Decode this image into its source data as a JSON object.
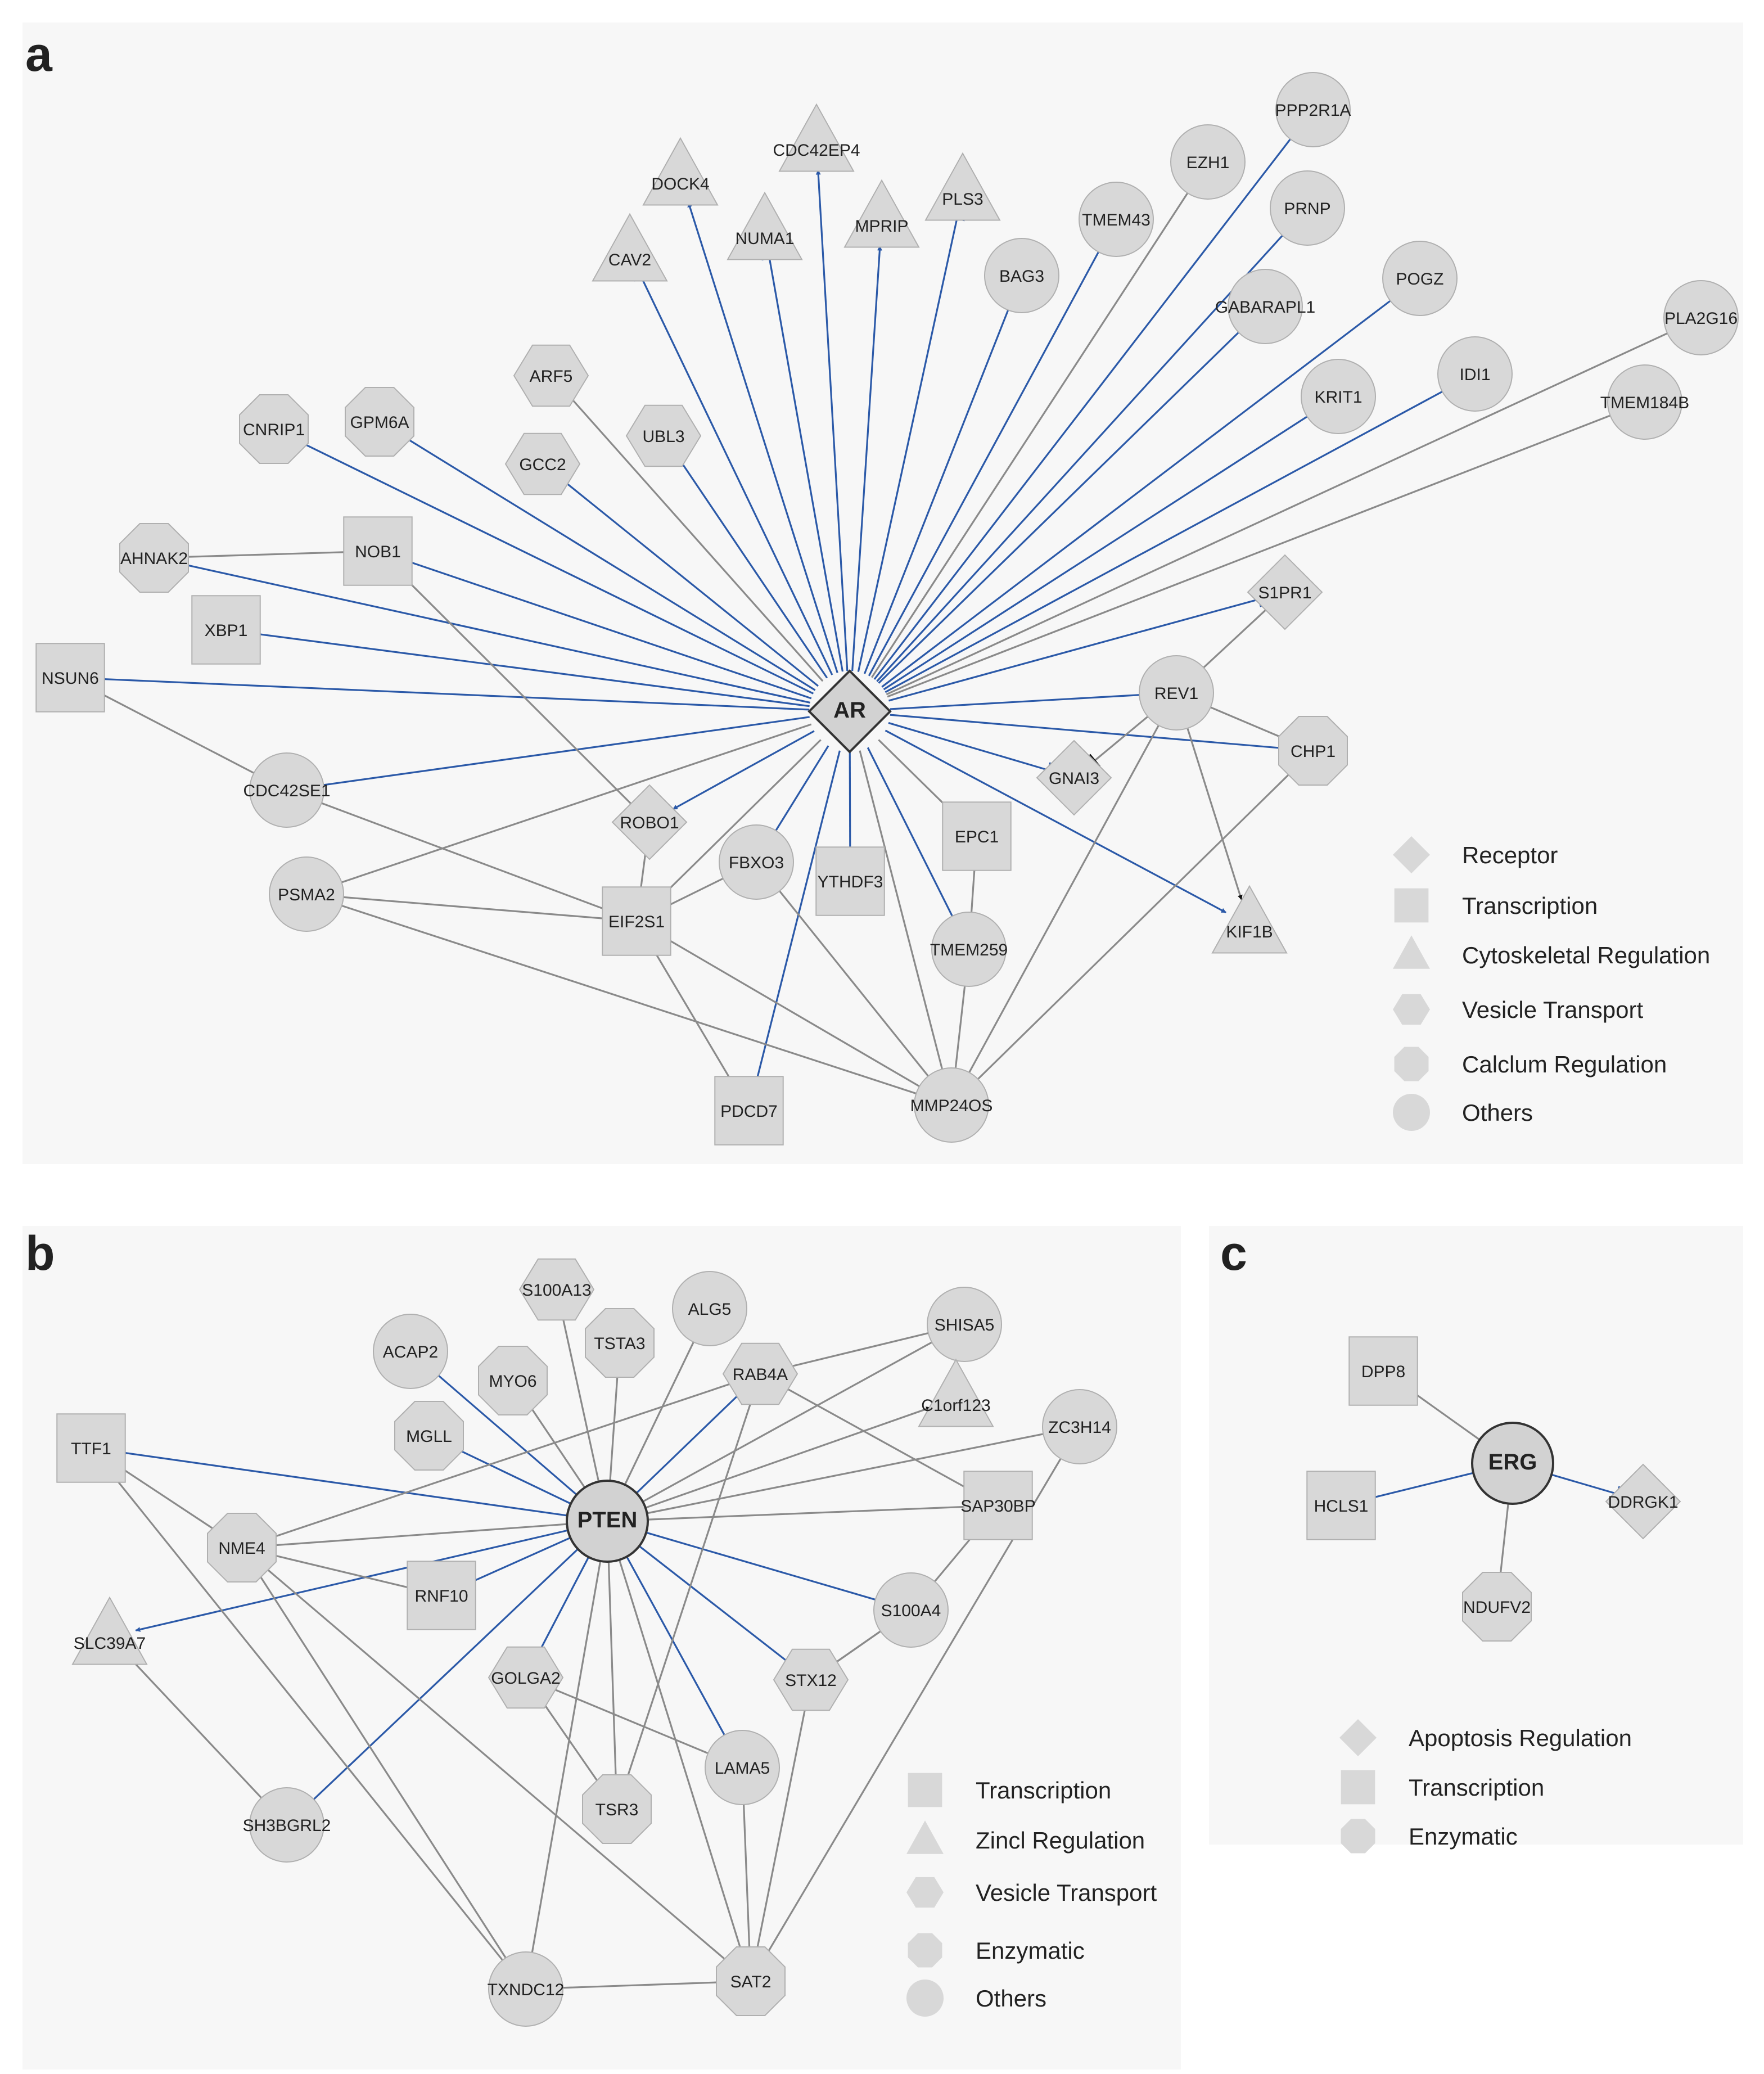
{
  "panels": {
    "a": {
      "letter": "a"
    },
    "b": {
      "letter": "b"
    },
    "c": {
      "letter": "c"
    }
  },
  "colors": {
    "activate": "#2b59a8",
    "inhibit": "#2b59a8",
    "neutral": "#8a8a8a",
    "node_fill": "#d8d8d8",
    "node_stroke": "#b0b0b0",
    "hub_fill": "#d2d2d2",
    "hub_stroke": "#333333"
  },
  "legends": {
    "a": [
      "Receptor",
      "Transcription",
      "Cytoskeletal Regulation",
      "Vesicle Transport",
      "Calclum Regulation",
      "Others"
    ],
    "b": [
      "Transcription",
      "Zincl Regulation",
      "Vesicle Transport",
      "Enzymatic",
      "Others"
    ],
    "c": [
      "Apoptosis Regulation",
      "Transcription",
      "Enzymatic"
    ]
  },
  "networks": {
    "a": {
      "nodes": [
        {
          "id": "AR",
          "label": "AR",
          "shape": "diamond",
          "hub": true
        },
        {
          "id": "DOCK4",
          "label": "DOCK4",
          "shape": "triangle"
        },
        {
          "id": "CDC42EP4",
          "label": "CDC42EP4",
          "shape": "triangle"
        },
        {
          "id": "PLS3",
          "label": "PLS3",
          "shape": "triangle"
        },
        {
          "id": "NUMA1",
          "label": "NUMA1",
          "shape": "triangle"
        },
        {
          "id": "MPRIP",
          "label": "MPRIP",
          "shape": "triangle"
        },
        {
          "id": "CAV2",
          "label": "CAV2",
          "shape": "triangle"
        },
        {
          "id": "EZH1",
          "label": "EZH1",
          "shape": "circle"
        },
        {
          "id": "PPP2R1A",
          "label": "PPP2R1A",
          "shape": "circle"
        },
        {
          "id": "TMEM43",
          "label": "TMEM43",
          "shape": "circle"
        },
        {
          "id": "PRNP",
          "label": "PRNP",
          "shape": "circle"
        },
        {
          "id": "BAG3",
          "label": "BAG3",
          "shape": "circle"
        },
        {
          "id": "POGZ",
          "label": "POGZ",
          "shape": "circle"
        },
        {
          "id": "GABARAPL1",
          "label": "GABARAPL1",
          "shape": "circle"
        },
        {
          "id": "PLA2G16",
          "label": "PLA2G16",
          "shape": "circle"
        },
        {
          "id": "IDI1",
          "label": "IDI1",
          "shape": "circle"
        },
        {
          "id": "KRIT1",
          "label": "KRIT1",
          "shape": "circle"
        },
        {
          "id": "TMEM184B",
          "label": "TMEM184B",
          "shape": "circle"
        },
        {
          "id": "ARF5",
          "label": "ARF5",
          "shape": "hexagon"
        },
        {
          "id": "UBL3",
          "label": "UBL3",
          "shape": "hexagon"
        },
        {
          "id": "GCC2",
          "label": "GCC2",
          "shape": "hexagon"
        },
        {
          "id": "CNRIP1",
          "label": "CNRIP1",
          "shape": "octagon"
        },
        {
          "id": "GPM6A",
          "label": "GPM6A",
          "shape": "octagon"
        },
        {
          "id": "AHNAK2",
          "label": "AHNAK2",
          "shape": "octagon"
        },
        {
          "id": "NOB1",
          "label": "NOB1",
          "shape": "square"
        },
        {
          "id": "XBP1",
          "label": "XBP1",
          "shape": "square"
        },
        {
          "id": "NSUN6",
          "label": "NSUN6",
          "shape": "square"
        },
        {
          "id": "S1PR1",
          "label": "S1PR1",
          "shape": "diamond"
        },
        {
          "id": "REV1",
          "label": "REV1",
          "shape": "circle"
        },
        {
          "id": "CHP1",
          "label": "CHP1",
          "shape": "octagon"
        },
        {
          "id": "GNAI3",
          "label": "GNAI3",
          "shape": "diamond"
        },
        {
          "id": "CDC42SE1",
          "label": "CDC42SE1",
          "shape": "circle"
        },
        {
          "id": "ROBO1",
          "label": "ROBO1",
          "shape": "diamond"
        },
        {
          "id": "EPC1",
          "label": "EPC1",
          "shape": "square"
        },
        {
          "id": "FBXO3",
          "label": "FBXO3",
          "shape": "circle"
        },
        {
          "id": "YTHDF3",
          "label": "YTHDF3",
          "shape": "square"
        },
        {
          "id": "PSMA2",
          "label": "PSMA2",
          "shape": "circle"
        },
        {
          "id": "EIF2S1",
          "label": "EIF2S1",
          "shape": "square"
        },
        {
          "id": "TMEM259",
          "label": "TMEM259",
          "shape": "circle"
        },
        {
          "id": "KIF1B",
          "label": "KIF1B",
          "shape": "triangle"
        },
        {
          "id": "PDCD7",
          "label": "PDCD7",
          "shape": "square"
        },
        {
          "id": "MMP24OS",
          "label": "MMP24OS",
          "shape": "circle"
        }
      ],
      "edges": [
        [
          "AR",
          "DOCK4",
          "act"
        ],
        [
          "AR",
          "CDC42EP4",
          "act"
        ],
        [
          "AR",
          "PLS3",
          "inh"
        ],
        [
          "AR",
          "NUMA1",
          "inh"
        ],
        [
          "AR",
          "MPRIP",
          "act"
        ],
        [
          "AR",
          "CAV2",
          "inh"
        ],
        [
          "AR",
          "EZH1",
          "n-act"
        ],
        [
          "AR",
          "PPP2R1A",
          "act"
        ],
        [
          "AR",
          "TMEM43",
          "inh"
        ],
        [
          "AR",
          "PRNP",
          "inh"
        ],
        [
          "AR",
          "BAG3",
          "inh"
        ],
        [
          "AR",
          "POGZ",
          "act"
        ],
        [
          "AR",
          "GABARAPL1",
          "inh"
        ],
        [
          "AR",
          "PLA2G16",
          "n-act"
        ],
        [
          "AR",
          "IDI1",
          "inh"
        ],
        [
          "AR",
          "KRIT1",
          "act"
        ],
        [
          "AR",
          "TMEM184B",
          "n-inh"
        ],
        [
          "AR",
          "ARF5",
          "n-act"
        ],
        [
          "AR",
          "UBL3",
          "inh"
        ],
        [
          "AR",
          "GCC2",
          "inh"
        ],
        [
          "AR",
          "CNRIP1",
          "inh"
        ],
        [
          "AR",
          "GPM6A",
          "act"
        ],
        [
          "AR",
          "AHNAK2",
          "act"
        ],
        [
          "AR",
          "NOB1",
          "act"
        ],
        [
          "AR",
          "XBP1",
          "inh"
        ],
        [
          "AR",
          "NSUN6",
          "inh"
        ],
        [
          "AR",
          "S1PR1",
          "inh"
        ],
        [
          "AR",
          "REV1",
          "act"
        ],
        [
          "AR",
          "CHP1",
          "act"
        ],
        [
          "AR",
          "GNAI3",
          "inh"
        ],
        [
          "AR",
          "CDC42SE1",
          "inh"
        ],
        [
          "AR",
          "ROBO1",
          "act"
        ],
        [
          "AR",
          "EPC1",
          "n-inh"
        ],
        [
          "AR",
          "FBXO3",
          "act"
        ],
        [
          "AR",
          "YTHDF3",
          "act"
        ],
        [
          "AR",
          "PSMA2",
          "n-inh"
        ],
        [
          "AR",
          "EIF2S1",
          "n-act"
        ],
        [
          "AR",
          "TMEM259",
          "act"
        ],
        [
          "AR",
          "KIF1B",
          "act"
        ],
        [
          "AR",
          "PDCD7",
          "act"
        ],
        [
          "AR",
          "MMP24OS",
          "n-act"
        ],
        [
          "NOB1",
          "AHNAK2",
          "n-act"
        ],
        [
          "CDC42SE1",
          "NSUN6",
          "n-act"
        ],
        [
          "S1PR1",
          "REV1",
          "n-act"
        ],
        [
          "REV1",
          "CHP1",
          "n-act"
        ],
        [
          "REV1",
          "KIF1B",
          "n-act"
        ],
        [
          "REV1",
          "GNAI3",
          "n-inh"
        ],
        [
          "ROBO1",
          "NOB1",
          "n-act"
        ],
        [
          "EIF2S1",
          "ROBO1",
          "n-inh"
        ],
        [
          "EIF2S1",
          "CDC42SE1",
          "n-inh"
        ],
        [
          "EIF2S1",
          "PSMA2",
          "n-act"
        ],
        [
          "EIF2S1",
          "FBXO3",
          "n-act"
        ],
        [
          "EIF2S1",
          "PDCD7",
          "n-act"
        ],
        [
          "EIF2S1",
          "MMP24OS",
          "n-act"
        ],
        [
          "MMP24OS",
          "PSMA2",
          "n-inh"
        ],
        [
          "MMP24OS",
          "FBXO3",
          "n-act"
        ],
        [
          "MMP24OS",
          "TMEM259",
          "n-act"
        ],
        [
          "MMP24OS",
          "REV1",
          "n-act"
        ],
        [
          "MMP24OS",
          "CHP1",
          "n-inh"
        ],
        [
          "EPC1",
          "TMEM259",
          "n-inh"
        ]
      ]
    },
    "b": {
      "nodes": [
        {
          "id": "PTEN",
          "label": "PTEN",
          "shape": "circle",
          "hub": true
        },
        {
          "id": "S100A13",
          "label": "S100A13",
          "shape": "hexagon"
        },
        {
          "id": "ALG5",
          "label": "ALG5",
          "shape": "circle"
        },
        {
          "id": "TSTA3",
          "label": "TSTA3",
          "shape": "octagon"
        },
        {
          "id": "ACAP2",
          "label": "ACAP2",
          "shape": "circle"
        },
        {
          "id": "MYO6",
          "label": "MYO6",
          "shape": "octagon"
        },
        {
          "id": "RAB4A",
          "label": "RAB4A",
          "shape": "hexagon"
        },
        {
          "id": "SHISA5",
          "label": "SHISA5",
          "shape": "circle"
        },
        {
          "id": "C1orf123",
          "label": "C1orf123",
          "shape": "triangle"
        },
        {
          "id": "ZC3H14",
          "label": "ZC3H14",
          "shape": "circle"
        },
        {
          "id": "MGLL",
          "label": "MGLL",
          "shape": "octagon"
        },
        {
          "id": "TTF1",
          "label": "TTF1",
          "shape": "square"
        },
        {
          "id": "SAP30BP",
          "label": "SAP30BP",
          "shape": "square"
        },
        {
          "id": "NME4",
          "label": "NME4",
          "shape": "octagon"
        },
        {
          "id": "RNF10",
          "label": "RNF10",
          "shape": "square"
        },
        {
          "id": "S100A4",
          "label": "S100A4",
          "shape": "circle"
        },
        {
          "id": "SLC39A7",
          "label": "SLC39A7",
          "shape": "triangle"
        },
        {
          "id": "GOLGA2",
          "label": "GOLGA2",
          "shape": "hexagon"
        },
        {
          "id": "STX12",
          "label": "STX12",
          "shape": "hexagon"
        },
        {
          "id": "LAMA5",
          "label": "LAMA5",
          "shape": "circle"
        },
        {
          "id": "TSR3",
          "label": "TSR3",
          "shape": "octagon"
        },
        {
          "id": "SH3BGRL2",
          "label": "SH3BGRL2",
          "shape": "circle"
        },
        {
          "id": "SAT2",
          "label": "SAT2",
          "shape": "octagon"
        },
        {
          "id": "TXNDC12",
          "label": "TXNDC12",
          "shape": "circle"
        }
      ],
      "edges": [
        [
          "PTEN",
          "S100A13",
          "n-inh"
        ],
        [
          "PTEN",
          "ALG5",
          "n-act"
        ],
        [
          "PTEN",
          "TSTA3",
          "n-act"
        ],
        [
          "PTEN",
          "ACAP2",
          "inh"
        ],
        [
          "PTEN",
          "MYO6",
          "n-inh"
        ],
        [
          "PTEN",
          "RAB4A",
          "act"
        ],
        [
          "PTEN",
          "SHISA5",
          "n-act"
        ],
        [
          "PTEN",
          "C1orf123",
          "n-act"
        ],
        [
          "PTEN",
          "ZC3H14",
          "n-act"
        ],
        [
          "PTEN",
          "MGLL",
          "inh"
        ],
        [
          "PTEN",
          "TTF1",
          "act"
        ],
        [
          "PTEN",
          "SAP30BP",
          "n-act"
        ],
        [
          "PTEN",
          "NME4",
          "n-act"
        ],
        [
          "PTEN",
          "RNF10",
          "act"
        ],
        [
          "PTEN",
          "S100A4",
          "act"
        ],
        [
          "PTEN",
          "SLC39A7",
          "act"
        ],
        [
          "PTEN",
          "GOLGA2",
          "act"
        ],
        [
          "PTEN",
          "STX12",
          "act"
        ],
        [
          "PTEN",
          "LAMA5",
          "act"
        ],
        [
          "PTEN",
          "TSR3",
          "n-act"
        ],
        [
          "PTEN",
          "SH3BGRL2",
          "act"
        ],
        [
          "PTEN",
          "SAT2",
          "n-act"
        ],
        [
          "PTEN",
          "TXNDC12",
          "n-act"
        ],
        [
          "RAB4A",
          "SHISA5",
          "n-act"
        ],
        [
          "RAB4A",
          "NME4",
          "n-act"
        ],
        [
          "RAB4A",
          "SAP30BP",
          "n-inh"
        ],
        [
          "RAB4A",
          "TSR3",
          "n-act"
        ],
        [
          "RNF10",
          "NME4",
          "n-inh"
        ],
        [
          "NME4",
          "TTF1",
          "n-act"
        ],
        [
          "NME4",
          "TXNDC12",
          "n-act"
        ],
        [
          "SAT2",
          "NME4",
          "n-act"
        ],
        [
          "SAT2",
          "TXNDC12",
          "n-act"
        ],
        [
          "SAT2",
          "STX12",
          "n-act"
        ],
        [
          "SAT2",
          "ZC3H14",
          "n-act"
        ],
        [
          "LAMA5",
          "SAT2",
          "n-act"
        ],
        [
          "LAMA5",
          "GOLGA2",
          "n-act"
        ],
        [
          "TSR3",
          "GOLGA2",
          "n-act"
        ],
        [
          "S100A4",
          "STX12",
          "n-act"
        ],
        [
          "STX12",
          "S100A4",
          "n-act"
        ],
        [
          "SAP30BP",
          "S100A4",
          "n-act"
        ],
        [
          "SH3BGRL2",
          "SLC39A7",
          "n-act"
        ],
        [
          "TXNDC12",
          "TTF1",
          "n-act"
        ]
      ]
    },
    "c": {
      "nodes": [
        {
          "id": "ERG",
          "label": "ERG",
          "shape": "circle",
          "hub": true
        },
        {
          "id": "DPP8",
          "label": "DPP8",
          "shape": "square"
        },
        {
          "id": "HCLS1",
          "label": "HCLS1",
          "shape": "square"
        },
        {
          "id": "DDRGK1",
          "label": "DDRGK1",
          "shape": "diamond"
        },
        {
          "id": "NDUFV2",
          "label": "NDUFV2",
          "shape": "octagon"
        }
      ],
      "edges": [
        [
          "ERG",
          "DPP8",
          "n-inh"
        ],
        [
          "ERG",
          "HCLS1",
          "inh"
        ],
        [
          "ERG",
          "DDRGK1",
          "inh"
        ],
        [
          "ERG",
          "NDUFV2",
          "n-inh"
        ]
      ]
    }
  }
}
